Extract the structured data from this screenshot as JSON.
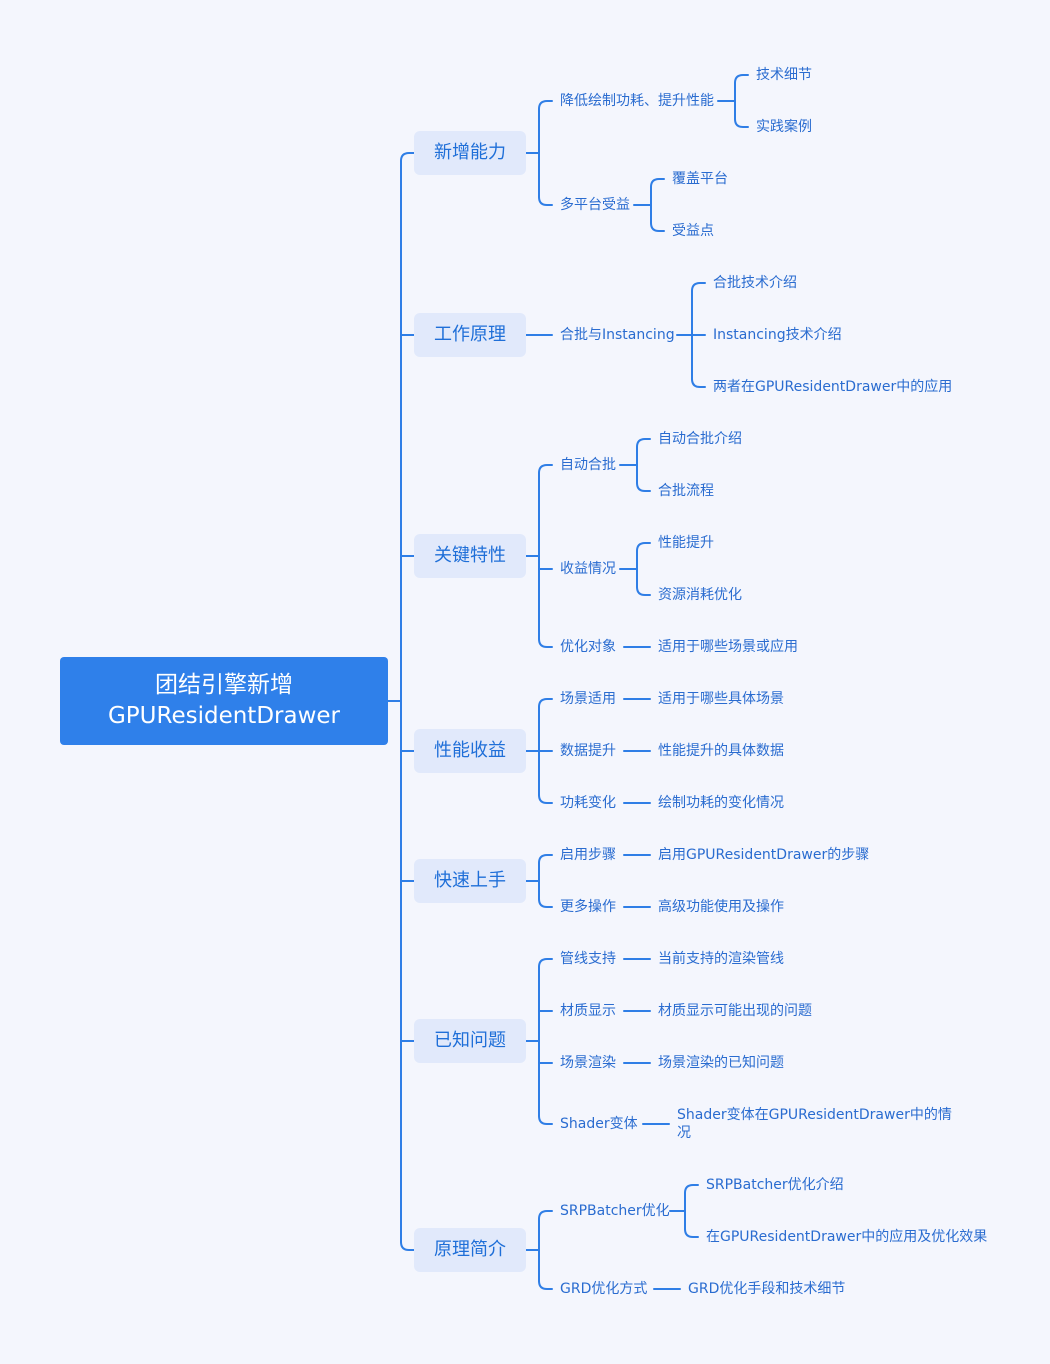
{
  "root": {
    "line1": "团结引擎新增",
    "line2": "GPUResidentDrawer"
  },
  "colors": {
    "line": "#2f7ee6",
    "root_bg": "#2f80ea",
    "branch_bg": "#e1e9fb",
    "text": "#2a6cd0",
    "background": "#f4f6fd"
  },
  "branches": [
    {
      "label": "新增能力",
      "children": [
        {
          "label": "降低绘制功耗、提升性能",
          "children": [
            "技术细节",
            "实践案例"
          ]
        },
        {
          "label": "多平台受益",
          "children": [
            "覆盖平台",
            "受益点"
          ]
        }
      ]
    },
    {
      "label": "工作原理",
      "children": [
        {
          "label": "合批与Instancing",
          "children": [
            "合批技术介绍",
            "Instancing技术介绍",
            "两者在GPUResidentDrawer中的应用"
          ]
        }
      ]
    },
    {
      "label": "关键特性",
      "children": [
        {
          "label": "自动合批",
          "children": [
            "自动合批介绍",
            "合批流程"
          ]
        },
        {
          "label": "收益情况",
          "children": [
            "性能提升",
            "资源消耗优化"
          ]
        },
        {
          "label": "优化对象",
          "children": [
            "适用于哪些场景或应用"
          ]
        }
      ]
    },
    {
      "label": "性能收益",
      "children": [
        {
          "label": "场景适用",
          "children": [
            "适用于哪些具体场景"
          ]
        },
        {
          "label": "数据提升",
          "children": [
            "性能提升的具体数据"
          ]
        },
        {
          "label": "功耗变化",
          "children": [
            "绘制功耗的变化情况"
          ]
        }
      ]
    },
    {
      "label": "快速上手",
      "children": [
        {
          "label": "启用步骤",
          "children": [
            "启用GPUResidentDrawer的步骤"
          ]
        },
        {
          "label": "更多操作",
          "children": [
            "高级功能使用及操作"
          ]
        }
      ]
    },
    {
      "label": "已知问题",
      "children": [
        {
          "label": "管线支持",
          "children": [
            "当前支持的渲染管线"
          ]
        },
        {
          "label": "材质显示",
          "children": [
            "材质显示可能出现的问题"
          ]
        },
        {
          "label": "场景渲染",
          "children": [
            "场景渲染的已知问题"
          ]
        },
        {
          "label": "Shader变体",
          "children": [
            "Shader变体在GPUResidentDrawer中的情况"
          ]
        }
      ]
    },
    {
      "label": "原理简介",
      "children": [
        {
          "label": "SRPBatcher优化",
          "children": [
            "SRPBatcher优化介绍",
            "在GPUResidentDrawer中的应用及优化效果"
          ]
        },
        {
          "label": "GRD优化方式",
          "children": [
            "GRD优化手段和技术细节"
          ]
        }
      ]
    }
  ]
}
